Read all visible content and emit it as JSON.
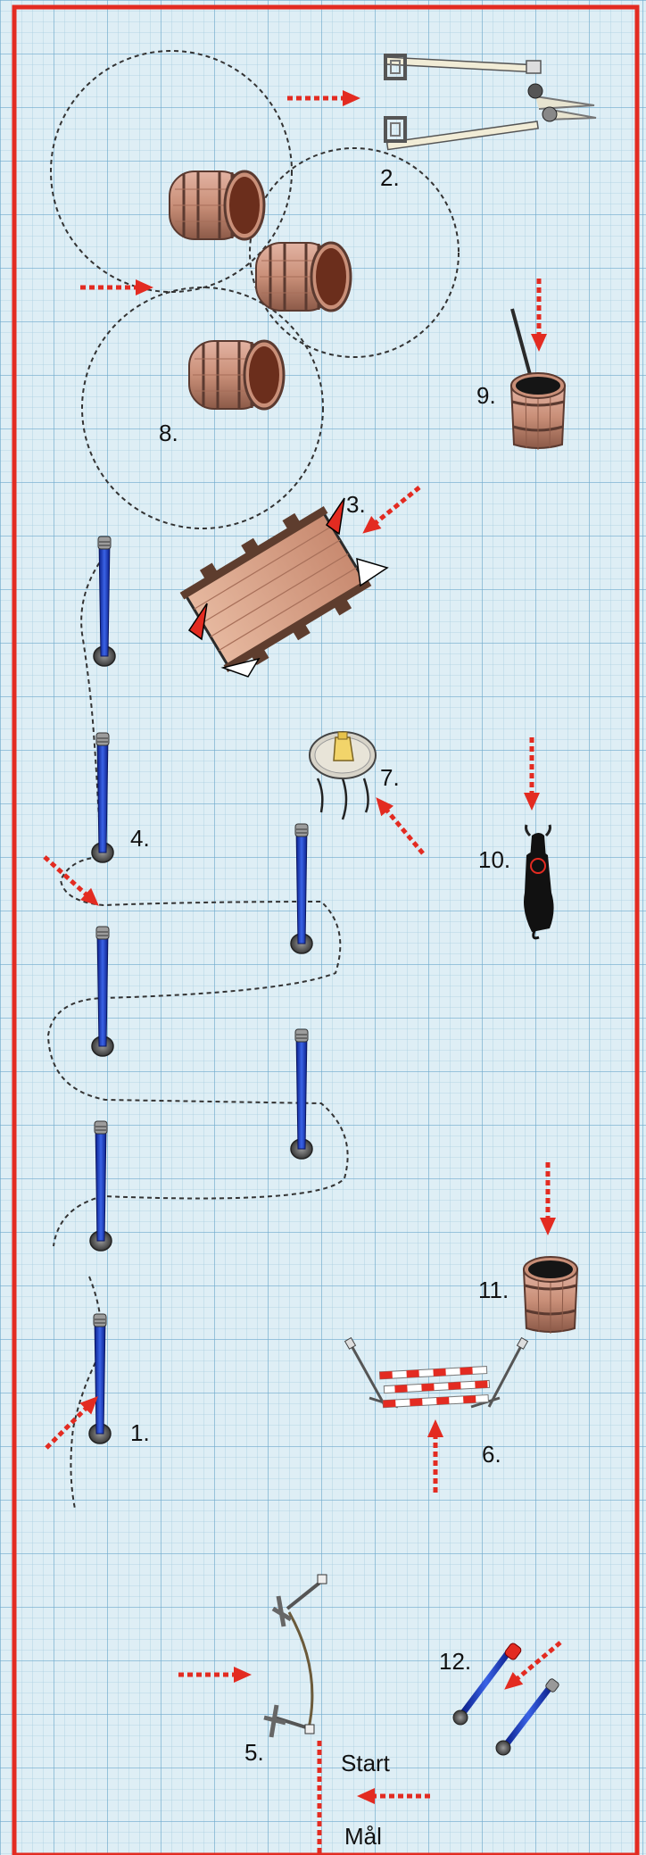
{
  "course": {
    "obstacles": [
      {
        "id": "1",
        "label": "1.",
        "icon": "weave-pole-icon"
      },
      {
        "id": "2",
        "label": "2.",
        "icon": "gate-icon"
      },
      {
        "id": "3",
        "label": "3.",
        "icon": "bridge-icon"
      },
      {
        "id": "4",
        "label": "4.",
        "icon": "slalom-icon"
      },
      {
        "id": "5",
        "label": "5.",
        "icon": "rope-gate-icon"
      },
      {
        "id": "6",
        "label": "6.",
        "icon": "jump-icon"
      },
      {
        "id": "7",
        "label": "7.",
        "icon": "table-jug-icon"
      },
      {
        "id": "8",
        "label": "8.",
        "icon": "barrels-icon"
      },
      {
        "id": "9",
        "label": "9.",
        "icon": "barrel-stick-icon"
      },
      {
        "id": "10",
        "label": "10.",
        "icon": "bull-target-icon"
      },
      {
        "id": "11",
        "label": "11.",
        "icon": "barrel-icon"
      },
      {
        "id": "12",
        "label": "12.",
        "icon": "lance-poles-icon"
      }
    ],
    "start_label": "Start",
    "finish_label": "Mål"
  },
  "colors": {
    "background": "#deeef5",
    "grid_minor": "#a9cde0",
    "grid_major": "#6fa9cc",
    "border": "#e32b21",
    "arrow": "#e32b21",
    "pole": "#1f3fbf",
    "wood": "#c98f78",
    "path": "#333333"
  }
}
